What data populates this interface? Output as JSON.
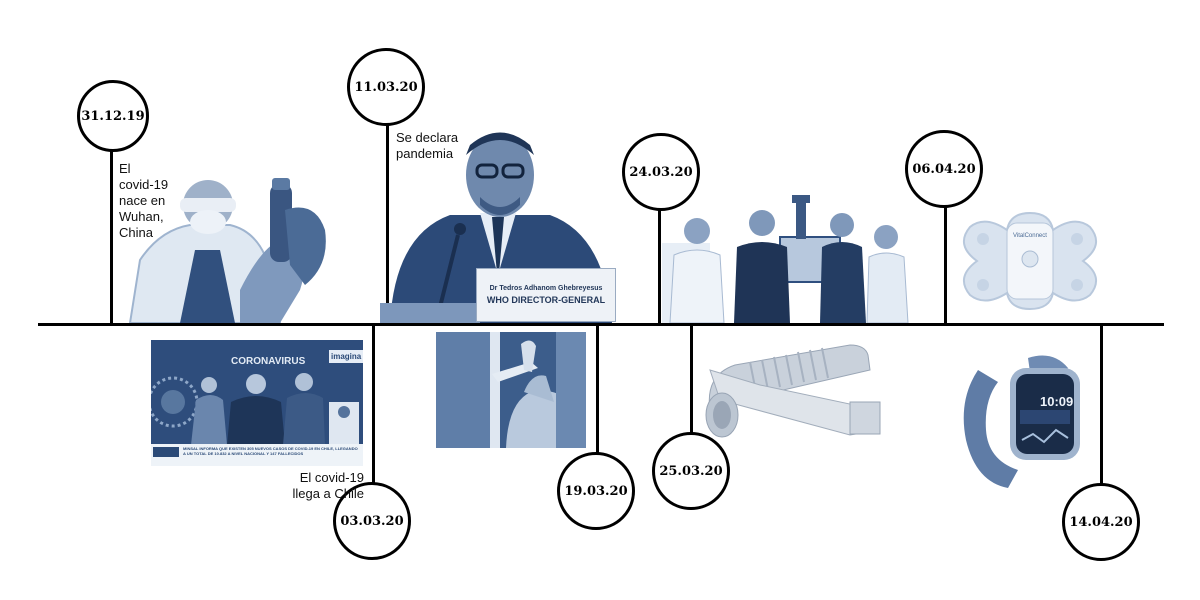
{
  "events": [
    {
      "id": "e1",
      "date": "31.12.19",
      "caption_lines": [
        "El",
        "covid-19",
        "nace en",
        "Wuhan,",
        "China"
      ]
    },
    {
      "id": "e2",
      "date": "11.03.20",
      "caption_lines": [
        "Se declara",
        "pandemia"
      ]
    },
    {
      "id": "e3",
      "date": "03.03.20",
      "caption_lines": [
        "El covid-19",
        "llega a Chile"
      ]
    },
    {
      "id": "e4",
      "date": "19.03.20",
      "caption_lines": []
    },
    {
      "id": "e5",
      "date": "24.03.20",
      "caption_lines": []
    },
    {
      "id": "e6",
      "date": "25.03.20",
      "caption_lines": []
    },
    {
      "id": "e7",
      "date": "06.04.20",
      "caption_lines": []
    },
    {
      "id": "e8",
      "date": "14.04.20",
      "caption_lines": []
    }
  ],
  "photo_text": {
    "nameplate_line1": "Dr Tedros Adhanom Ghebreyesus",
    "nameplate_line2": "WHO DIRECTOR-GENERAL",
    "tv_headline": "CORONAVIRUS",
    "tv_logo": "imagina",
    "tv_ticker": "MINSAL INFORMA QUE EXISTEN 305 NUEVOS CASOS DE COVID-19 EN CHILE, LLEGANDO A UN TOTAL DE 10.832 A NIVEL NACIONAL Y 147 FALLECIDOS",
    "patch_brand": "VitalConnect",
    "watch_time": "10:09"
  },
  "colors": {
    "ink": "#000000",
    "duotone_dark": "#2f4f7f",
    "duotone_mid": "#6f8fb8",
    "duotone_light": "#c9d8ea"
  }
}
